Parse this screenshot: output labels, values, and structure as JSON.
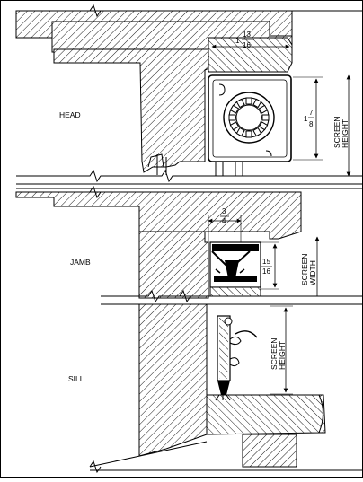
{
  "labels": {
    "head": "HEAD",
    "jamb": "JAMB",
    "sill": "SILL"
  },
  "dimensions": {
    "head_width": {
      "whole": "1",
      "num": "13",
      "den": "16"
    },
    "head_height": {
      "whole": "1",
      "num": "7",
      "den": "8"
    },
    "jamb_width": {
      "num": "3",
      "den": "4"
    },
    "jamb_depth": {
      "num": "15",
      "den": "16"
    }
  },
  "callouts": {
    "screen_height_head": [
      "SCREEN",
      "HEIGHT"
    ],
    "screen_width_jamb": [
      "SCREEN",
      "WIDTH"
    ],
    "screen_height_sill": [
      "SCREEN",
      "HEIGHT"
    ]
  },
  "colors": {
    "line": "#000000",
    "hatch": "#000000",
    "background": "#ffffff",
    "gray": "#9a9a9a"
  }
}
